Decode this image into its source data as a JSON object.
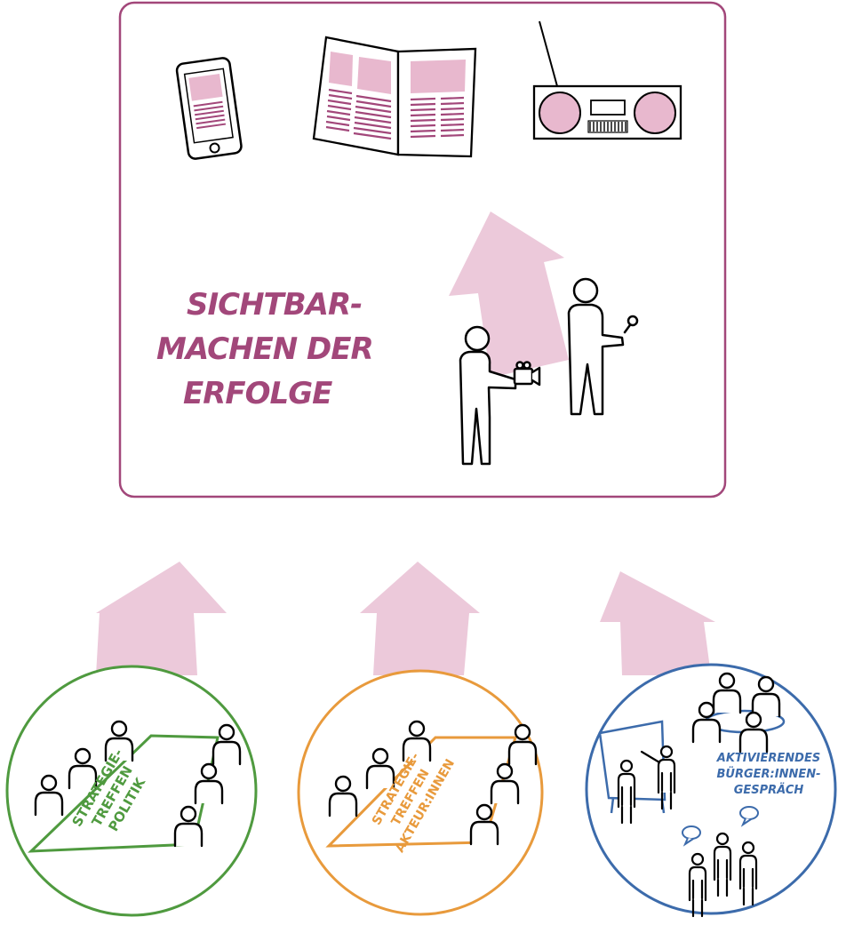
{
  "diagram": {
    "main_box": {
      "title_lines": [
        "SICHTBAR-",
        "MACHEN DER",
        "ERFOLGE"
      ]
    },
    "circles": [
      {
        "name": "strategy-meeting-politics",
        "lines": [
          "STRATEGIE-",
          "TREFFEN",
          "POLITIK"
        ],
        "color": "#4f9a3f"
      },
      {
        "name": "strategy-meeting-actors",
        "lines": [
          "STRATEGIE-",
          "TREFFEN",
          "AKTEUR:INNEN"
        ],
        "color": "#e89a3c"
      },
      {
        "name": "citizen-dialogue",
        "lines": [
          "AKTIVIERENDES",
          "BÜRGER:INNEN-",
          "GESPRÄCH"
        ],
        "color": "#3c6bab"
      }
    ],
    "colors": {
      "box_border": "#a2477a",
      "arrow_fill": "#ecc9da",
      "media_fill": "#e8b8ce",
      "media_lines": "#a2477a",
      "figure_stroke": "#000000"
    },
    "icons": [
      "smartphone-icon",
      "newspaper-icon",
      "radio-icon",
      "camera-person-icon",
      "microphone-person-icon"
    ]
  }
}
